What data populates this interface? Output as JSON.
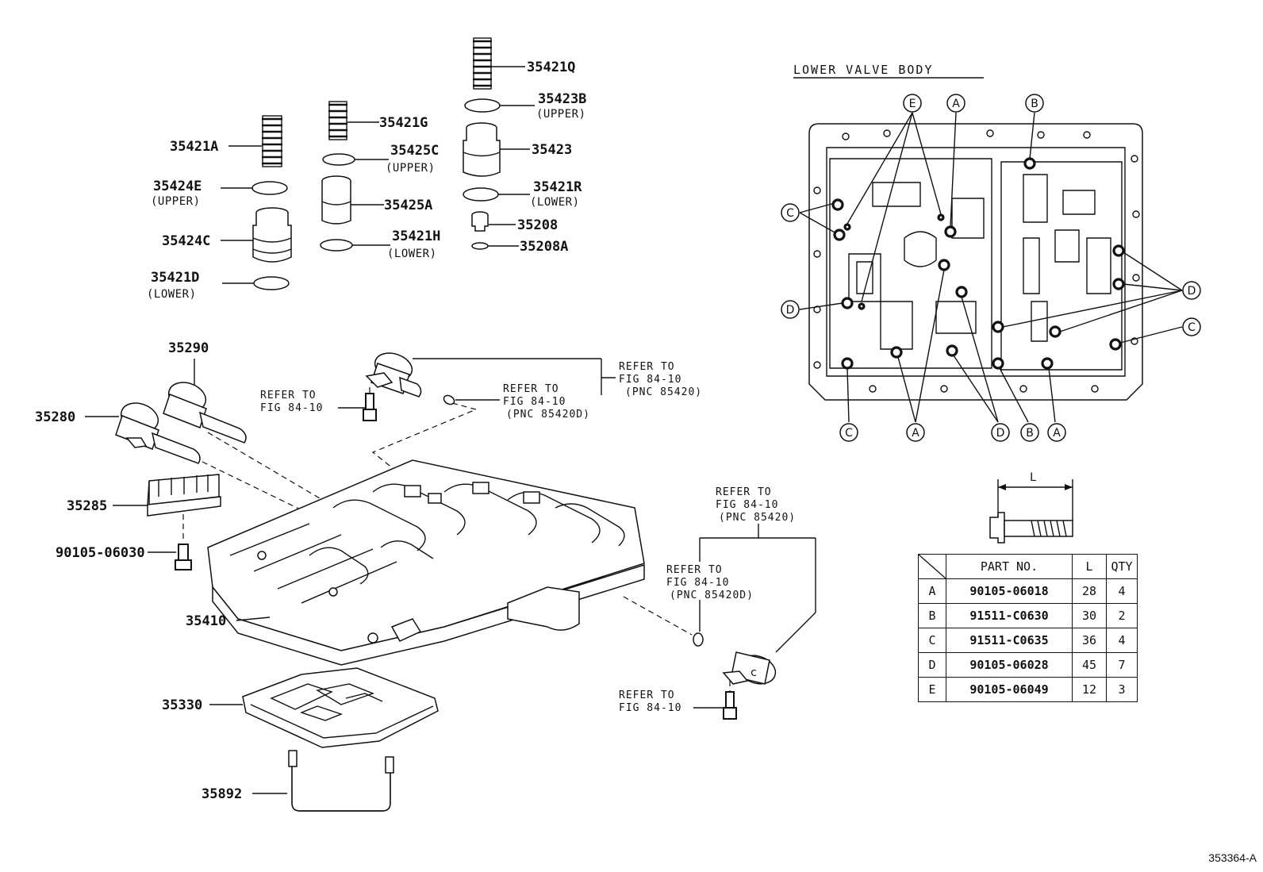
{
  "parts": {
    "p35421Q": "35421Q",
    "p35423B": "35423B",
    "p35423B_note": "(UPPER)",
    "p35421G": "35421G",
    "p35423": "35423",
    "p35421A": "35421A",
    "p35425C": "35425C",
    "p35425C_note": "(UPPER)",
    "p35424E": "35424E",
    "p35424E_note": "(UPPER)",
    "p35421R": "35421R",
    "p35421R_note": "(LOWER)",
    "p35425A": "35425A",
    "p35208": "35208",
    "p35424C": "35424C",
    "p35421H": "35421H",
    "p35421H_note": "(LOWER)",
    "p35208A": "35208A",
    "p35421D": "35421D",
    "p35421D_note": "(LOWER)",
    "p35290": "35290",
    "p35280": "35280",
    "p35285": "35285",
    "p90105_06030": "90105-06030",
    "p35410": "35410",
    "p35330": "35330",
    "p35892": "35892"
  },
  "refs": {
    "refer_to": "REFER TO",
    "fig": "FIG 84-10",
    "pnc_85420": "(PNC 85420)",
    "pnc_85420d": "(PNC 85420D)"
  },
  "lower_valve_body": {
    "title": "LOWER VALVE BODY",
    "callouts": [
      "A",
      "B",
      "C",
      "D",
      "E"
    ],
    "dimension_label": "L"
  },
  "table": {
    "headers": [
      "PART NO.",
      "L",
      "QTY"
    ],
    "rows": [
      {
        "key": "A",
        "part_no": "90105-06018",
        "l": "28",
        "qty": "4"
      },
      {
        "key": "B",
        "part_no": "91511-C0630",
        "l": "30",
        "qty": "2"
      },
      {
        "key": "C",
        "part_no": "91511-C0635",
        "l": "36",
        "qty": "4"
      },
      {
        "key": "D",
        "part_no": "90105-06028",
        "l": "45",
        "qty": "7"
      },
      {
        "key": "E",
        "part_no": "90105-06049",
        "l": "12",
        "qty": "3"
      }
    ]
  },
  "figure_id": "353364-A"
}
